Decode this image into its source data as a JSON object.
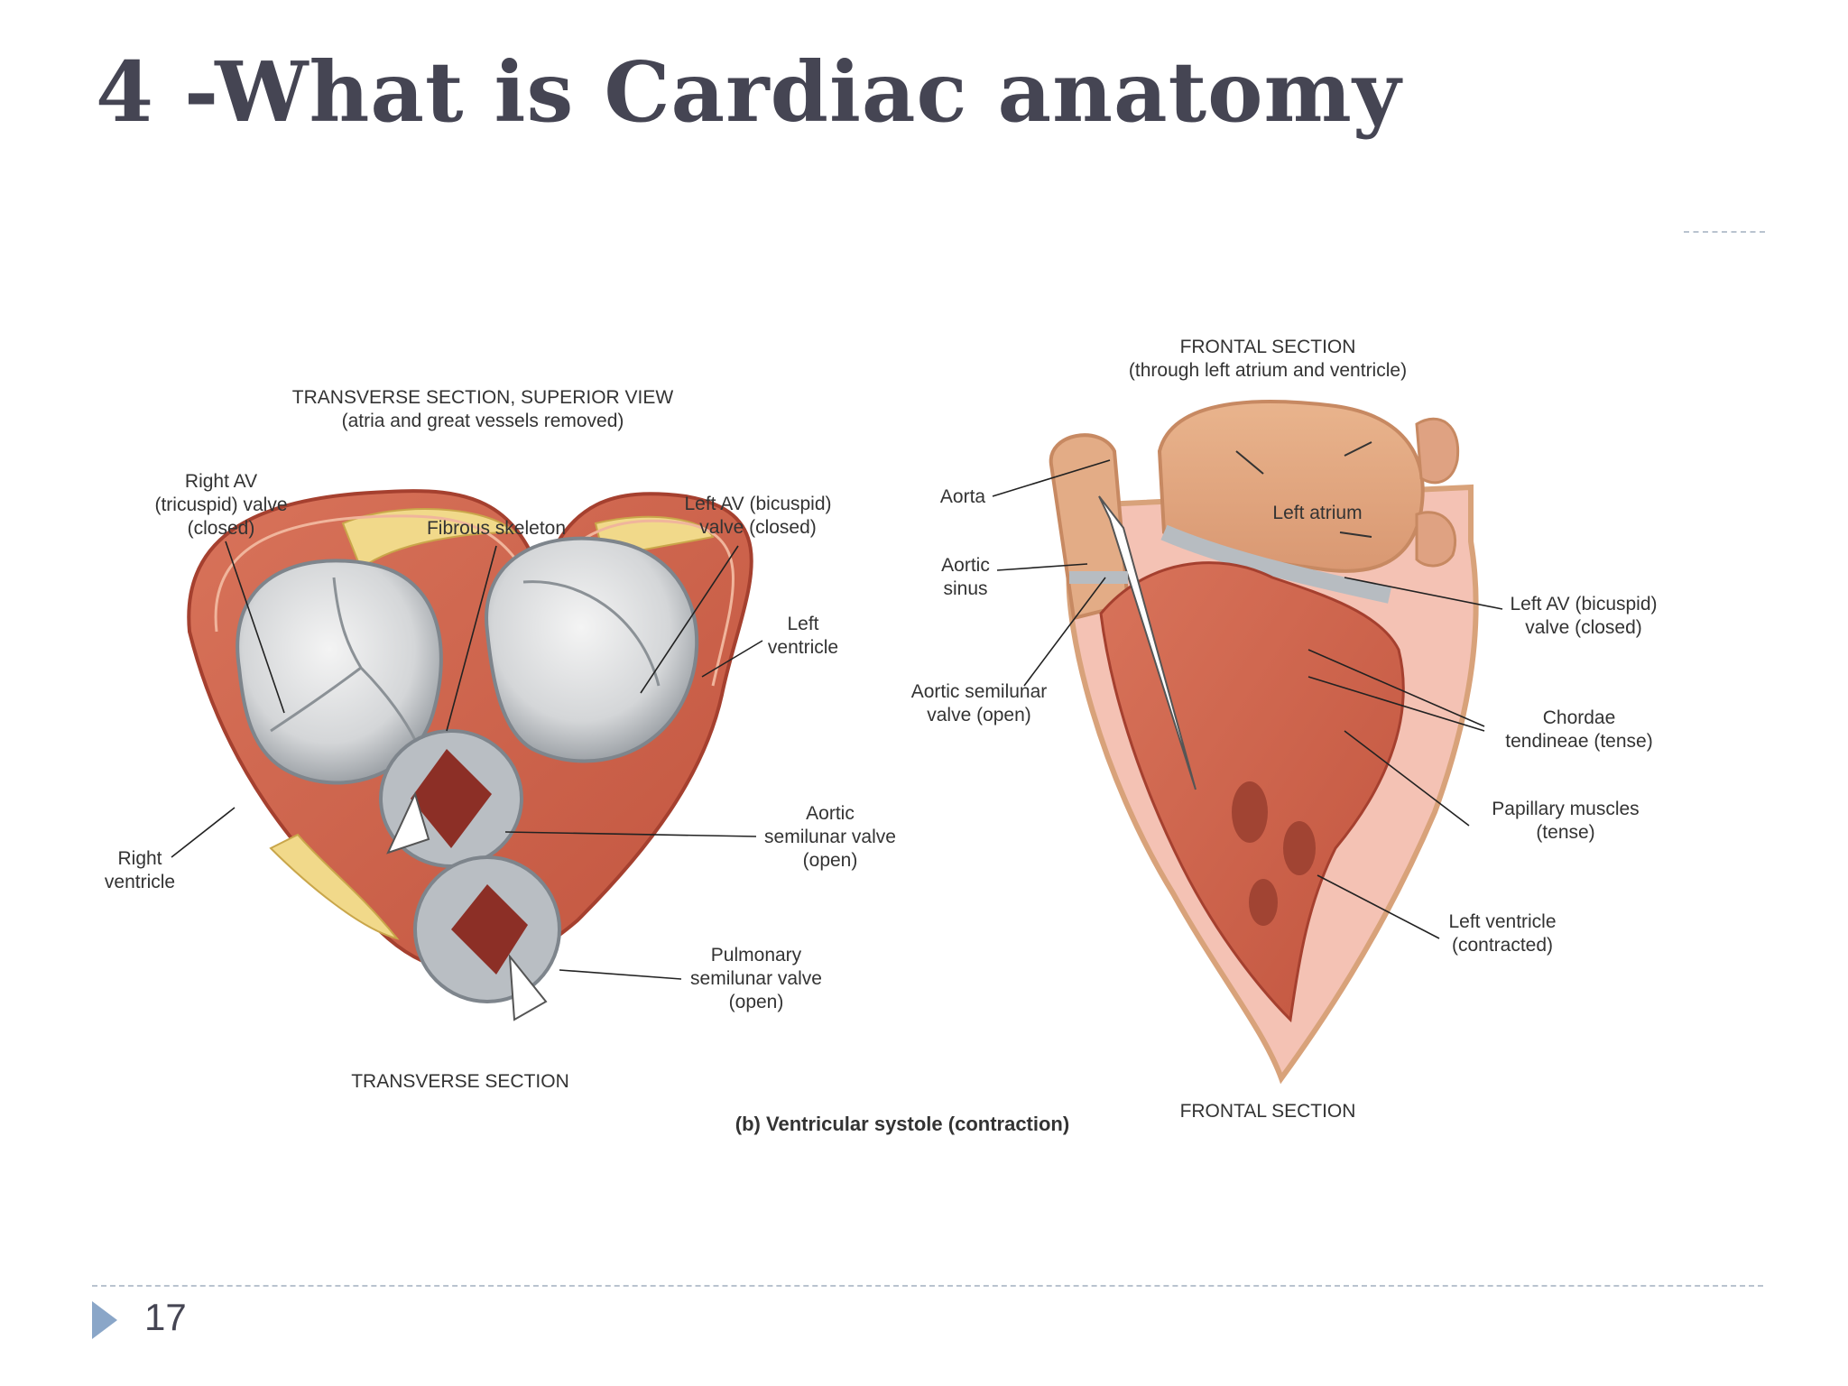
{
  "slide": {
    "title": "4 -What is Cardiac anatomy",
    "page_number": "17",
    "accent_color": "#8aa6c8",
    "title_color": "#454553"
  },
  "figure": {
    "caption": "(b) Ventricular systole (contraction)",
    "left_panel": {
      "heading_1": "TRANSVERSE SECTION, SUPERIOR VIEW",
      "heading_2": "(atria and great vessels removed)",
      "footer": "TRANSVERSE SECTION",
      "labels": {
        "right_av_1": "Right AV",
        "right_av_2": "(tricuspid) valve",
        "right_av_3": "(closed)",
        "fibrous_skeleton": "Fibrous skeleton",
        "left_av_1": "Left AV (bicuspid)",
        "left_av_2": "valve (closed)",
        "left_ventricle_1": "Left",
        "left_ventricle_2": "ventricle",
        "right_ventricle_1": "Right",
        "right_ventricle_2": "ventricle",
        "aortic_valve_1": "Aortic",
        "aortic_valve_2": "semilunar valve",
        "aortic_valve_3": "(open)",
        "pulmonary_valve_1": "Pulmonary",
        "pulmonary_valve_2": "semilunar valve",
        "pulmonary_valve_3": "(open)"
      }
    },
    "right_panel": {
      "heading_1": "FRONTAL SECTION",
      "heading_2": "(through left atrium and ventricle)",
      "footer": "FRONTAL SECTION",
      "labels": {
        "aorta": "Aorta",
        "aortic_sinus_1": "Aortic",
        "aortic_sinus_2": "sinus",
        "aortic_semilunar_1": "Aortic semilunar",
        "aortic_semilunar_2": "valve (open)",
        "left_atrium": "Left atrium",
        "left_av_1": "Left AV (bicuspid)",
        "left_av_2": "valve (closed)",
        "chordae_1": "Chordae",
        "chordae_2": "tendineae (tense)",
        "papillary_1": "Papillary muscles",
        "papillary_2": "(tense)",
        "lv_contracted_1": "Left ventricle",
        "lv_contracted_2": "(contracted)"
      }
    }
  }
}
